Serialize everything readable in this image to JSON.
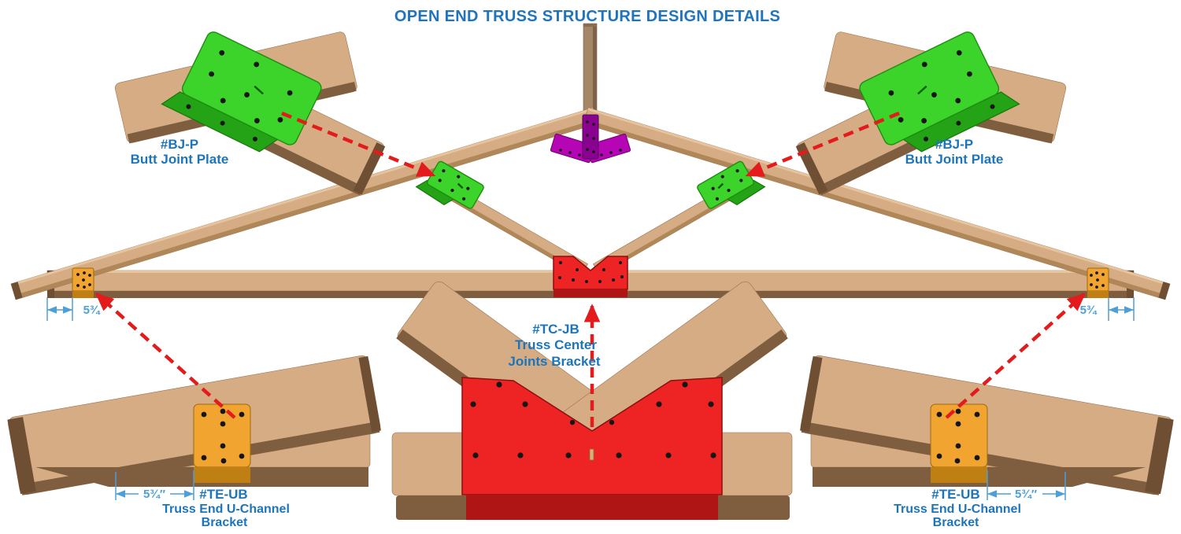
{
  "title": "OPEN END TRUSS STRUCTURE DESIGN DETAILS",
  "colors": {
    "title_blue": "#2074BE",
    "label_blue": "#1C75BC",
    "dim_blue": "#4D9FD8",
    "plate_green": "#3CD42A",
    "plate_green_dark": "#23A315",
    "bracket_orange": "#F2A431",
    "bracket_orange_dark": "#C07F12",
    "bracket_red": "#EE2424",
    "bracket_red_dark": "#B01515",
    "bracket_purple": "#B505B5",
    "wood_light": "#D6AC84",
    "wood_dark": "#7E5E3F",
    "wood_end": "#6E4F33",
    "arrow_red": "#E31B1C",
    "bolt_black": "#161616"
  },
  "details": {
    "bjp_left": {
      "part_no": "#BJ-P",
      "name": "Butt Joint Plate"
    },
    "bjp_right": {
      "part_no": "#BJ-P",
      "name": "Butt Joint Plate"
    },
    "teub_left": {
      "part_no": "#TE-UB",
      "name_line1": "Truss End U-Channel",
      "name_line2": "Bracket",
      "dimension": "5¾″"
    },
    "teub_right": {
      "part_no": "#TE-UB",
      "name_line1": "Truss End U-Channel",
      "name_line2": "Bracket",
      "dimension": "5¾″"
    },
    "tcjb": {
      "part_no": "#TC-JB",
      "name_line1": "Truss Center",
      "name_line2": "Joints Bracket"
    }
  },
  "truss": {
    "dim_left": "5¾",
    "dim_right": "5¾"
  }
}
